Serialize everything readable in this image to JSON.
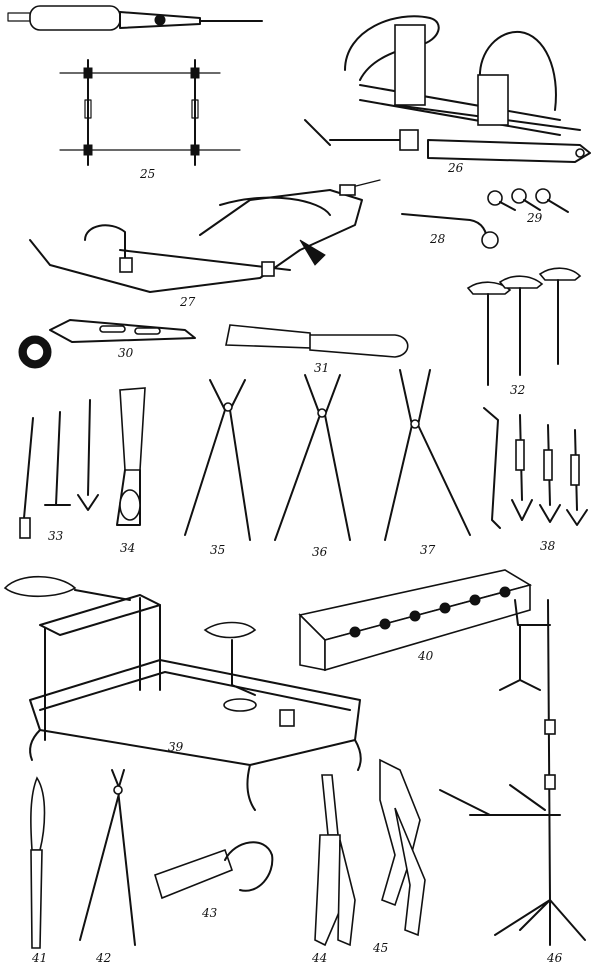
{
  "labels": {
    "n25": "25",
    "n26": "26",
    "n27": "27",
    "n28": "28",
    "n29": "29",
    "n30": "30",
    "n31": "31",
    "n32": "32",
    "n33": "33",
    "n34": "34",
    "n35": "35",
    "n36": "36",
    "n37": "37",
    "n38": "38",
    "n39": "39",
    "n40": "40",
    "n41": "41",
    "n42": "42",
    "n43": "43",
    "n44": "44",
    "n45": "45",
    "n46": "46"
  },
  "colors": {
    "ink": "#111111",
    "paper": "#ffffff"
  }
}
